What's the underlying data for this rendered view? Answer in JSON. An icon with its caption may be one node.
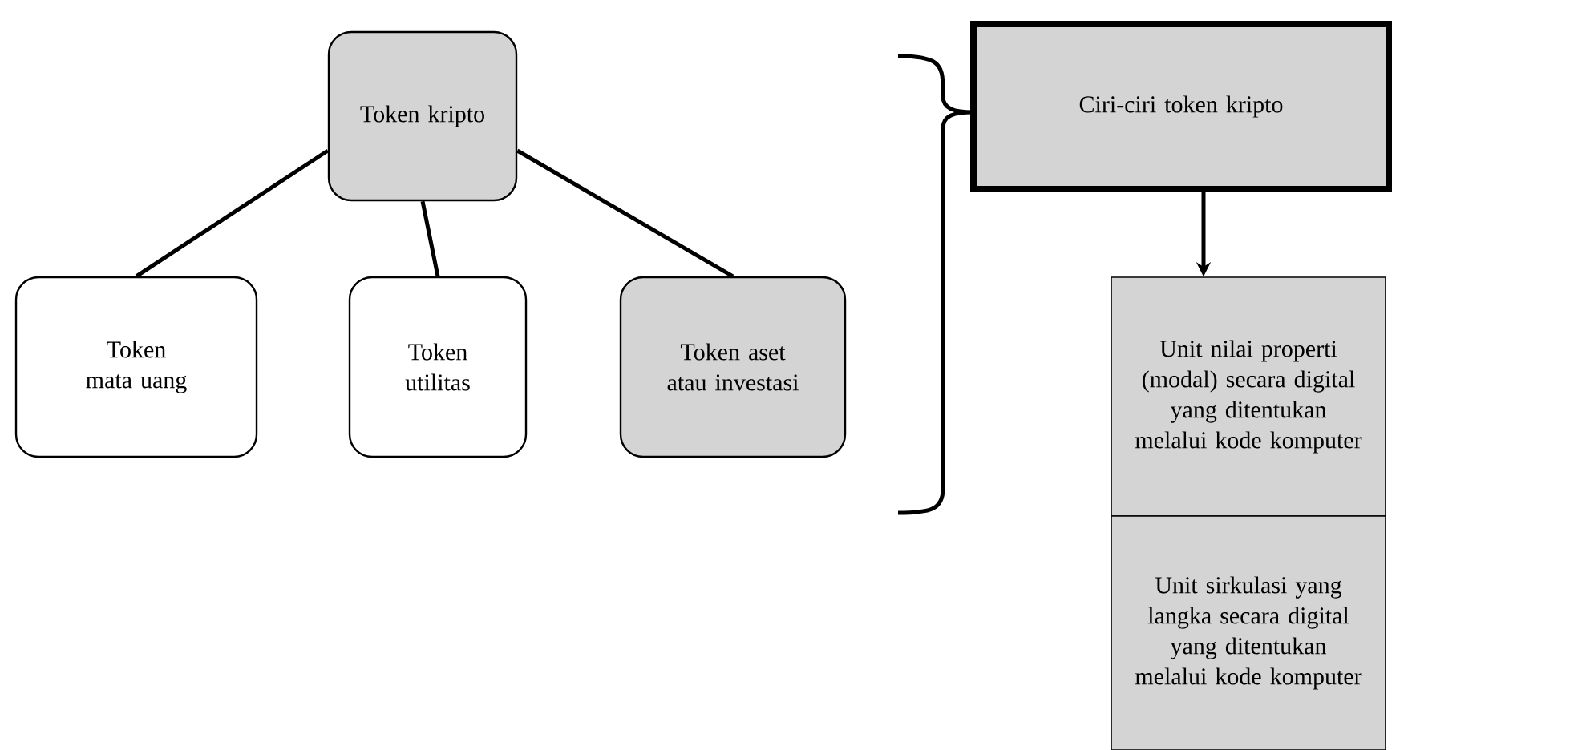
{
  "diagram": {
    "nodes": [
      {
        "text": [
          "Token kripto"
        ]
      },
      {
        "text": [
          "Token mata uang"
        ]
      },
      {
        "text": [
          "Token utilitas"
        ]
      },
      {
        "text": [
          "Token aset atau investasi"
        ]
      },
      {
        "text": [
          "Ciri-ciri token kripto"
        ]
      },
      {
        "text": [
          "Unit nilai properti (modal) secara digital yang ditentukan melalui kode komputer"
        ]
      },
      {
        "text": [
          "Unit sirkulasi yang langka secara digital yang ditentukan melalui kode komputer"
        ]
      }
    ],
    "edges": [
      {
        "from": 0,
        "to": 1,
        "arrow": "none"
      },
      {
        "from": 0,
        "to": 2,
        "arrow": "none"
      },
      {
        "from": 0,
        "to": 3,
        "arrow": "none"
      },
      {
        "from": 4,
        "to": 5,
        "arrow": "to"
      }
    ]
  }
}
